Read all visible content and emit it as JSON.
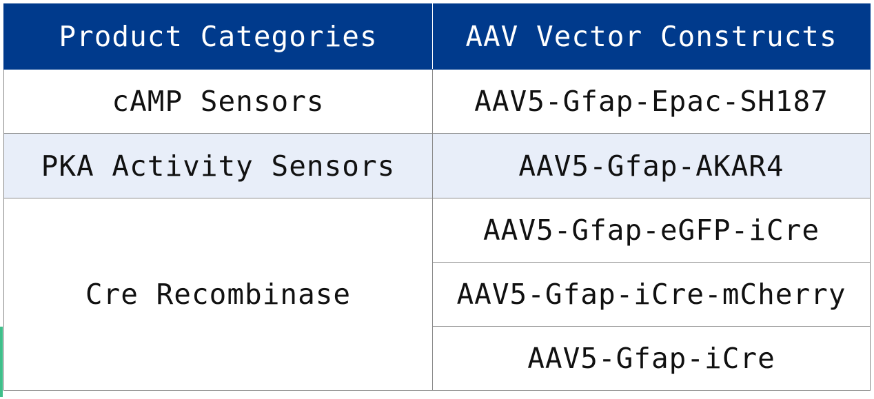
{
  "table": {
    "headers": [
      "Product Categories",
      "AAV Vector Constructs"
    ],
    "rows": [
      {
        "category": "cAMP Sensors",
        "constructs": [
          "AAV5-Gfap-Epac-SH187"
        ]
      },
      {
        "category": "PKA Activity Sensors",
        "constructs": [
          "AAV5-Gfap-AKAR4"
        ]
      },
      {
        "category": "Cre Recombinase",
        "constructs": [
          "AAV5-Gfap-eGFP-iCre",
          "AAV5-Gfap-iCre-mCherry",
          "AAV5-Gfap-iCre"
        ]
      }
    ]
  },
  "colors": {
    "header_bg": "#003a8c",
    "header_text": "#ffffff",
    "alt_row_bg": "#e8eef9",
    "border": "#8a8a8a"
  }
}
